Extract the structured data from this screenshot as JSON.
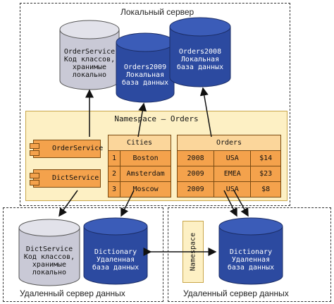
{
  "local_server": {
    "label": "Локальный сервер"
  },
  "remote_left": {
    "label": "Удаленный сервер данных"
  },
  "remote_right": {
    "label": "Удаленный сервер данных"
  },
  "databases": {
    "order_service": "OrderService\nКод классов,\nхранимые\nлокально",
    "orders2009": "Orders2009\nЛокальная\nбаза данных",
    "orders2008": "Orders2008\nЛокальная\nбаза данных",
    "dict_service": "DictService\nКод классов,\nхранимые\nлокально",
    "dictionary_left": "Dictionary\nУдаленная\nбаза данных",
    "dictionary_right": "Dictionary\nУдаленная\nбаза данных"
  },
  "namespace": {
    "title": "Namespace — Orders",
    "vertical_label": "Namespace",
    "services": [
      "OrderService",
      "DictService"
    ],
    "cities": {
      "header": "Cities",
      "rows": [
        [
          "1",
          "Boston"
        ],
        [
          "2",
          "Amsterdam"
        ],
        [
          "3",
          "Moscow"
        ]
      ]
    },
    "orders": {
      "header": "Orders",
      "rows": [
        [
          "2008",
          "USA",
          "$14"
        ],
        [
          "2009",
          "EMEA",
          "$23"
        ],
        [
          "2009",
          "USA",
          "$8"
        ]
      ]
    }
  },
  "colors": {
    "blue_db": "#2c4aa0",
    "gray_db": "#c9c9d6",
    "orange": "#f4a24c",
    "namespace_bg": "#fdf0c4"
  }
}
